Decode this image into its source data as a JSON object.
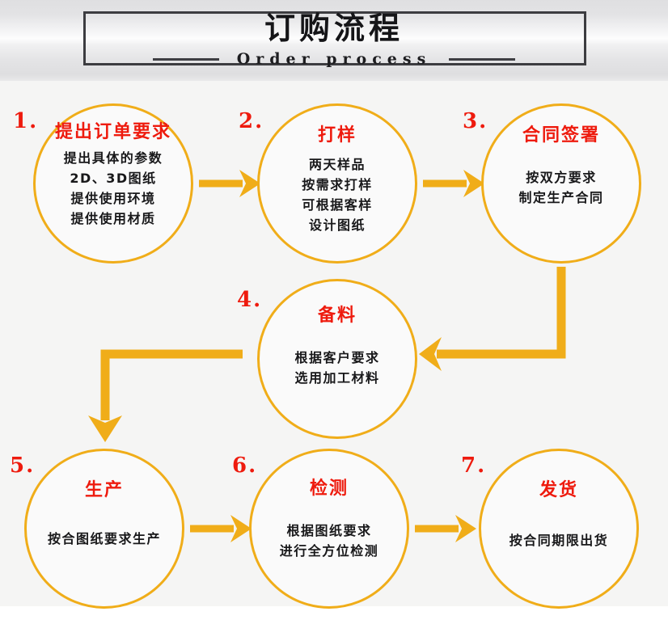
{
  "header": {
    "title": "订购流程",
    "subtitle": "Order process"
  },
  "colors": {
    "accent": "#f0ad19",
    "title_red": "#ee1b0e",
    "body_text": "#18181a",
    "frame": "#3c3c40",
    "canvas_bg": "#f5f5f4"
  },
  "steps": [
    {
      "num": "1.",
      "title": "提出订单要求",
      "lines": [
        "提出具体的参数",
        "2D、3D图纸",
        "提供使用环境",
        "提供使用材质"
      ]
    },
    {
      "num": "2.",
      "title": "打样",
      "lines": [
        "两天样品",
        "按需求打样",
        "可根据客样",
        "设计图纸"
      ]
    },
    {
      "num": "3.",
      "title": "合同签署",
      "lines": [
        "按双方要求",
        "制定生产合同"
      ]
    },
    {
      "num": "4.",
      "title": "备料",
      "lines": [
        "根据客户要求",
        "选用加工材料"
      ]
    },
    {
      "num": "5.",
      "title": "生产",
      "lines": [
        "按合图纸要求生产"
      ]
    },
    {
      "num": "6.",
      "title": "检测",
      "lines": [
        "根据图纸要求",
        "进行全方位检测"
      ]
    },
    {
      "num": "7.",
      "title": "发货",
      "lines": [
        "按合同期限出货"
      ]
    }
  ],
  "connectors": [
    {
      "name": "arrow-step1-to-step2",
      "direction": "right"
    },
    {
      "name": "arrow-step2-to-step3",
      "direction": "right"
    },
    {
      "name": "arrow-step3-to-step4",
      "direction": "down-then-left"
    },
    {
      "name": "arrow-step4-to-step5",
      "direction": "left-then-down"
    },
    {
      "name": "arrow-step5-to-step6",
      "direction": "right"
    },
    {
      "name": "arrow-step6-to-step7",
      "direction": "right"
    }
  ]
}
